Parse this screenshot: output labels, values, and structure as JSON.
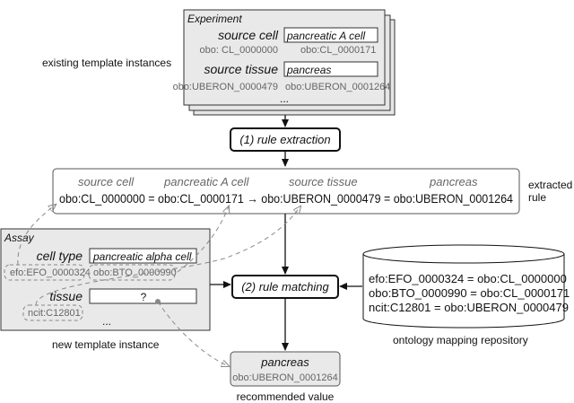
{
  "experiment": {
    "title": "Experiment",
    "field1_label": "source cell",
    "field1_value": "pancreatic A cell",
    "field1_label_id": "obo: CL_0000000",
    "field1_value_id": "obo:CL_0000171",
    "field2_label": "source tissue",
    "field2_value": "pancreas",
    "field2_label_id": "obo:UBERON_0000479",
    "field2_value_id": "obo:UBERON_0001264",
    "ellipsis": "..."
  },
  "existing_label": "existing template instances",
  "rule_extraction": "(1) rule extraction",
  "rule": {
    "label1": "source cell",
    "label2": "pancreatic A cell",
    "label3": "source tissue",
    "label4": "pancreas",
    "formula": "obo:CL_0000000 = obo:CL_0000171 → obo:UBERON_0000479 = obo:UBERON_0001264"
  },
  "extracted_rule_line1": "extracted",
  "extracted_rule_line2": "rule",
  "assay": {
    "title": "Assay",
    "field1_label": "cell type",
    "field1_value": "pancreatic alpha cell",
    "field1_label_id": "efo:EFO_0000324",
    "field1_value_id": "obo:BTO_0000990",
    "field2_label": "tissue",
    "field2_value": "?",
    "field2_label_id": "ncit:C12801",
    "ellipsis": "..."
  },
  "new_instance_label": "new template instance",
  "rule_matching": "(2) rule matching",
  "repository": {
    "line1": "efo:EFO_0000324 = obo:CL_0000000",
    "line2": "obo:BTO_0000990 = obo:CL_0000171",
    "line3": "ncit:C12801 = obo:UBERON_0000479",
    "caption": "ontology mapping repository"
  },
  "recommended": {
    "value": "pancreas",
    "id": "obo:UBERON_0001264",
    "caption": "recommended value"
  }
}
